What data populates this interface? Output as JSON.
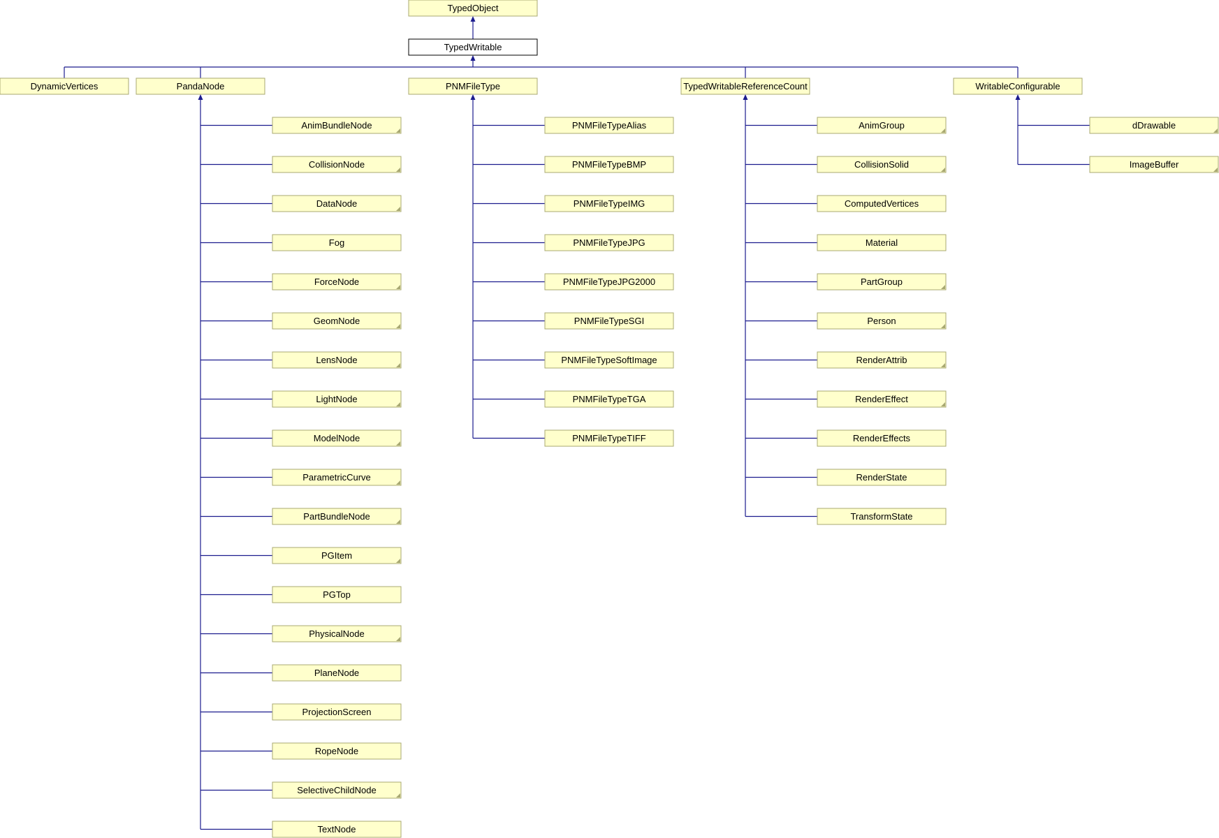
{
  "colors": {
    "node_fill": "#ffffcc",
    "node_border": "#a8a872",
    "current_fill": "#ffffff",
    "current_border": "#000000",
    "edge": "#1c1c8e"
  },
  "diagram": {
    "root": {
      "label": "TypedObject"
    },
    "current": {
      "label": "TypedWritable"
    },
    "branches": [
      {
        "label": "DynamicVertices",
        "children": []
      },
      {
        "label": "PandaNode",
        "children": [
          {
            "label": "AnimBundleNode",
            "more": true
          },
          {
            "label": "CollisionNode",
            "more": true
          },
          {
            "label": "DataNode",
            "more": true
          },
          {
            "label": "Fog",
            "more": false
          },
          {
            "label": "ForceNode",
            "more": true
          },
          {
            "label": "GeomNode",
            "more": true
          },
          {
            "label": "LensNode",
            "more": true
          },
          {
            "label": "LightNode",
            "more": true
          },
          {
            "label": "ModelNode",
            "more": true
          },
          {
            "label": "ParametricCurve",
            "more": true
          },
          {
            "label": "PartBundleNode",
            "more": true
          },
          {
            "label": "PGItem",
            "more": true
          },
          {
            "label": "PGTop",
            "more": false
          },
          {
            "label": "PhysicalNode",
            "more": true
          },
          {
            "label": "PlaneNode",
            "more": false
          },
          {
            "label": "ProjectionScreen",
            "more": false
          },
          {
            "label": "RopeNode",
            "more": false
          },
          {
            "label": "SelectiveChildNode",
            "more": true
          },
          {
            "label": "TextNode",
            "more": false
          }
        ]
      },
      {
        "label": "PNMFileType",
        "children": [
          {
            "label": "PNMFileTypeAlias",
            "more": false
          },
          {
            "label": "PNMFileTypeBMP",
            "more": false
          },
          {
            "label": "PNMFileTypeIMG",
            "more": false
          },
          {
            "label": "PNMFileTypeJPG",
            "more": false
          },
          {
            "label": "PNMFileTypeJPG2000",
            "more": false
          },
          {
            "label": "PNMFileTypeSGI",
            "more": false
          },
          {
            "label": "PNMFileTypeSoftImage",
            "more": false
          },
          {
            "label": "PNMFileTypeTGA",
            "more": false
          },
          {
            "label": "PNMFileTypeTIFF",
            "more": false
          }
        ]
      },
      {
        "label": "TypedWritableReferenceCount",
        "children": [
          {
            "label": "AnimGroup",
            "more": true
          },
          {
            "label": "CollisionSolid",
            "more": true
          },
          {
            "label": "ComputedVertices",
            "more": false
          },
          {
            "label": "Material",
            "more": false
          },
          {
            "label": "PartGroup",
            "more": true
          },
          {
            "label": "Person",
            "more": true
          },
          {
            "label": "RenderAttrib",
            "more": true
          },
          {
            "label": "RenderEffect",
            "more": true
          },
          {
            "label": "RenderEffects",
            "more": false
          },
          {
            "label": "RenderState",
            "more": false
          },
          {
            "label": "TransformState",
            "more": false
          }
        ]
      },
      {
        "label": "WritableConfigurable",
        "children": [
          {
            "label": "dDrawable",
            "more": true
          },
          {
            "label": "ImageBuffer",
            "more": true
          }
        ]
      }
    ]
  }
}
